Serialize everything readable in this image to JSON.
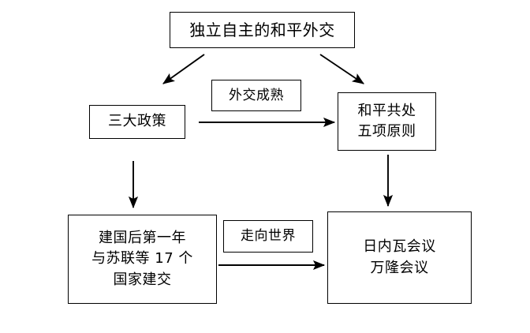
{
  "diagram": {
    "title_node": {
      "id": "root",
      "lines": [
        "独立自主的和平外交"
      ]
    },
    "nodes": [
      {
        "id": "policy",
        "lines": [
          "三大政策"
        ]
      },
      {
        "id": "mature",
        "lines": [
          "外交成熟"
        ]
      },
      {
        "id": "five",
        "lines": [
          "和平共处",
          "五项原则"
        ]
      },
      {
        "id": "ties",
        "lines": [
          "建国后第一年",
          "与苏联等 17 个",
          "国家建交"
        ]
      },
      {
        "id": "world",
        "lines": [
          "走向世界"
        ]
      },
      {
        "id": "confs",
        "lines": [
          "日内瓦会议",
          "万隆会议"
        ]
      }
    ],
    "edges": [
      {
        "id": "root-to-policy",
        "from": "root",
        "to": "policy",
        "kind": "diagonal-left"
      },
      {
        "id": "root-to-five",
        "from": "root",
        "to": "five",
        "kind": "diagonal-right"
      },
      {
        "id": "policy-to-five",
        "from": "policy",
        "to": "five",
        "kind": "horizontal",
        "label": "外交成熟"
      },
      {
        "id": "policy-to-ties",
        "from": "policy",
        "to": "ties",
        "kind": "vertical"
      },
      {
        "id": "five-to-confs",
        "from": "five",
        "to": "confs",
        "kind": "vertical"
      },
      {
        "id": "ties-to-confs",
        "from": "ties",
        "to": "confs",
        "kind": "horizontal",
        "label": "走向世界"
      }
    ],
    "colors": {
      "stroke": "#000000",
      "background": "#ffffff",
      "text": "#000000"
    }
  }
}
